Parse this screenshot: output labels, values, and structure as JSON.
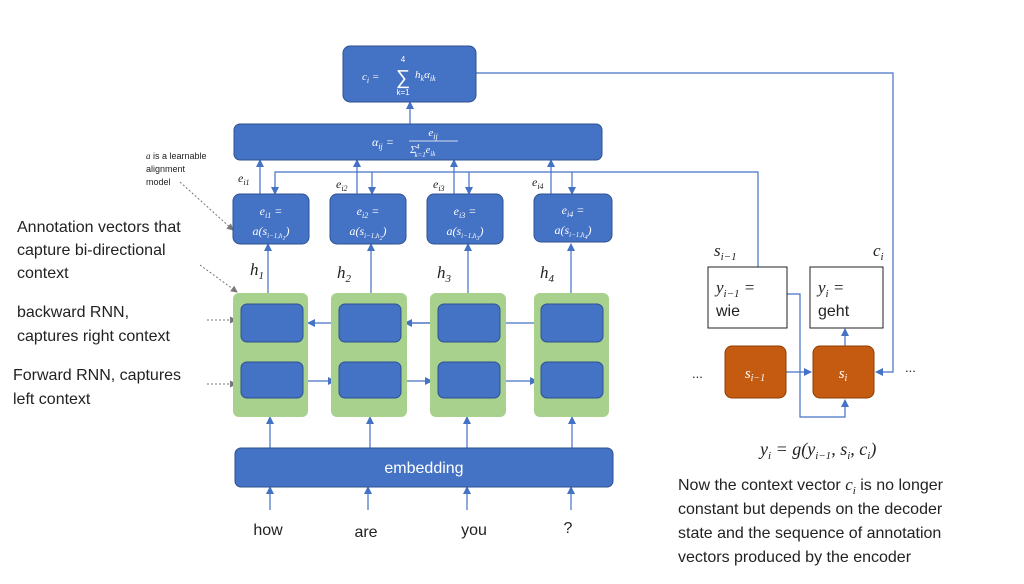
{
  "colors": {
    "blue": "#4472c4",
    "blue_dark": "#2f528f",
    "green": "#a9d18e",
    "orange": "#c55a11",
    "orange_dark": "#8c3d07",
    "line": "#4472c4",
    "text": "#222222"
  },
  "context_formula": {
    "lhs": "c",
    "lhs_sub": "i",
    "eq": " = ",
    "sum_top": "4",
    "sum_sign": "∑",
    "sum_bottom": "k=1",
    "term": "h",
    "term_sub": "k",
    "term2": "α",
    "term2_sub": "ik"
  },
  "alpha_formula": {
    "lhs": "α",
    "lhs_sub": "ij",
    "eq": " = ",
    "num": "e",
    "num_sub": "ij",
    "den": "Σ",
    "den_sup": "4",
    "den_sub": "k=1",
    "den_term": "e",
    "den_term_sub": "ik"
  },
  "alignment_note": [
    "a is a learnable",
    "alignment",
    "model"
  ],
  "alignment_note_symbol": "a",
  "e_labels": [
    {
      "base": "e",
      "sub": "i1"
    },
    {
      "base": "e",
      "sub": "i2"
    },
    {
      "base": "e",
      "sub": "i3"
    },
    {
      "base": "e",
      "sub": "i4"
    }
  ],
  "score_boxes": [
    {
      "top": "e",
      "top_sub": "i1",
      "top_eq": " =",
      "fn": "a(s",
      "fn_sub": "i−1,h",
      "fn_sub2": "1",
      "fn_close": ")"
    },
    {
      "top": "e",
      "top_sub": "i2",
      "top_eq": " =",
      "fn": "a(s",
      "fn_sub": "i−1,h",
      "fn_sub2": "2",
      "fn_close": ")"
    },
    {
      "top": "e",
      "top_sub": "i3",
      "top_eq": " =",
      "fn": "a(s",
      "fn_sub": "i−1,h",
      "fn_sub2": "3",
      "fn_close": ")"
    },
    {
      "top": "e",
      "top_sub": "i4",
      "top_eq": " =",
      "fn": "a(s",
      "fn_sub": "i−1,h",
      "fn_sub2": "4",
      "fn_close": ")"
    }
  ],
  "h_labels": [
    {
      "base": "h",
      "sub": "1"
    },
    {
      "base": "h",
      "sub": "2"
    },
    {
      "base": "h",
      "sub": "3"
    },
    {
      "base": "h",
      "sub": "4"
    }
  ],
  "left_labels": {
    "annotation": [
      "Annotation vectors that",
      "capture bi-directional",
      "context"
    ],
    "backward": [
      "backward RNN,",
      "captures right context"
    ],
    "forward": [
      "Forward RNN, captures",
      "left context"
    ]
  },
  "embedding_label": "embedding",
  "input_words": [
    "how",
    "are",
    "you",
    "?"
  ],
  "decoder": {
    "s_prev_label": {
      "base": "s",
      "sub": "i−1"
    },
    "c_label": {
      "base": "c",
      "sub": "i"
    },
    "prev_output": {
      "base": "y",
      "sub": "i−1",
      "eq": " =",
      "word": "wie"
    },
    "cur_output": {
      "base": "y",
      "sub": "i",
      "eq": " =",
      "word": "geht"
    },
    "s_prev_box": {
      "base": "s",
      "sub": "i−1"
    },
    "s_cur_box": {
      "base": "s",
      "sub": "i"
    },
    "ellipsis_left": "...",
    "ellipsis_right": "...",
    "output_eq": {
      "y": "y",
      "y_sub": "i",
      "rhs": " = g(y",
      "rhs_sub": "i−1",
      "rhs2": ", s",
      "rhs2_sub": "i",
      "rhs3": ", c",
      "rhs3_sub": "i",
      "rhs4": ")"
    }
  },
  "explanation": {
    "line1_a": "Now the context vector ",
    "line1_c": "c",
    "line1_c_sub": "i",
    "line1_b": " is no longer",
    "lines": [
      "constant but depends on the decoder",
      "state and the sequence of annotation",
      "vectors produced by the encoder"
    ]
  }
}
